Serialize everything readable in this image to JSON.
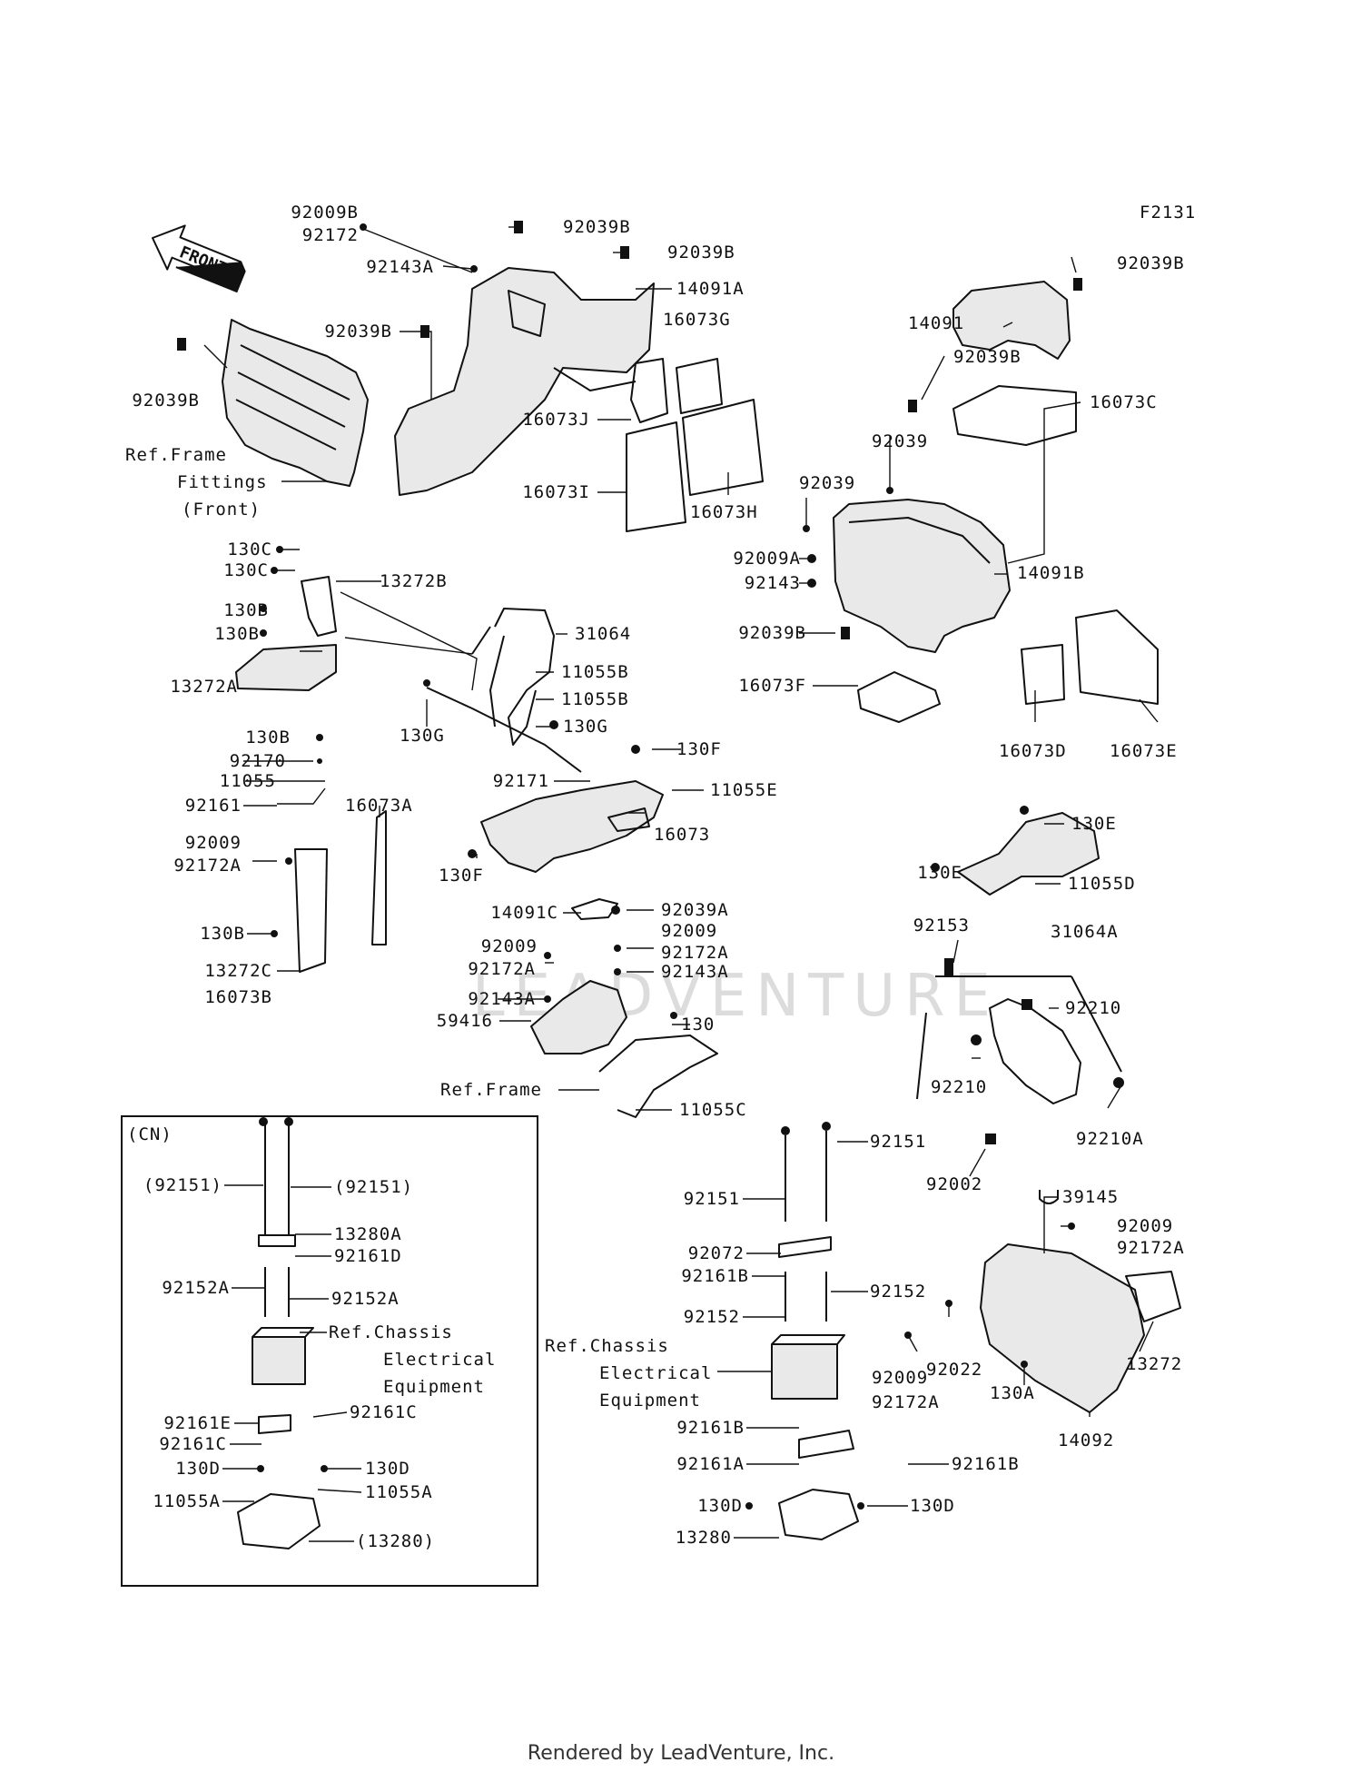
{
  "figure_code": "F2131",
  "direction_label": "FRONT",
  "watermark": "LEADVENTURE",
  "footer": "Rendered by LeadVenture, Inc.",
  "inset_label": "(CN)",
  "labels": [
    "92009B",
    "92172",
    "92039B",
    "92143A",
    "92039B",
    "14091A",
    "16073G",
    "92039B",
    "92039B",
    "Ref.Frame",
    "Fittings",
    "(Front)",
    "16073J",
    "16073I",
    "16073H",
    "F2131",
    "92039B",
    "14091",
    "92039B",
    "16073C",
    "92039",
    "92039",
    "92009A",
    "92143",
    "14091B",
    "92039B",
    "16073F",
    "16073D",
    "16073E",
    "130C",
    "130C",
    "13272B",
    "130B",
    "130B",
    "13272A",
    "31064",
    "11055B",
    "11055B",
    "130G",
    "130G",
    "130B",
    "92170",
    "11055",
    "92161",
    "16073A",
    "92009",
    "92172A",
    "130B",
    "13272C",
    "16073B",
    "130F",
    "92171",
    "11055E",
    "16073",
    "130F",
    "92039A",
    "14091C",
    "92009",
    "92172A",
    "92009",
    "92172A",
    "92143A",
    "92143A",
    "59416",
    "130",
    "Ref.Frame",
    "11055C",
    "130E",
    "130E",
    "11055D",
    "92153",
    "31064A",
    "92210",
    "92210",
    "92210A",
    "92002",
    "(92151)",
    "(92151)",
    "13280A",
    "92161D",
    "92152A",
    "92152A",
    "Ref.Chassis",
    "Electrical",
    "Equipment",
    "92161E",
    "92161C",
    "92161C",
    "130D",
    "130D",
    "11055A",
    "11055A",
    "(13280)",
    "92151",
    "92151",
    "92072",
    "92161B",
    "92152",
    "92152",
    "Ref.Chassis",
    "Electrical",
    "Equipment",
    "92161B",
    "92161A",
    "92161B",
    "130D",
    "130D",
    "13280",
    "39145",
    "92009",
    "92172A",
    "13272",
    "92022",
    "92009",
    "92172A",
    "130A",
    "14092"
  ]
}
